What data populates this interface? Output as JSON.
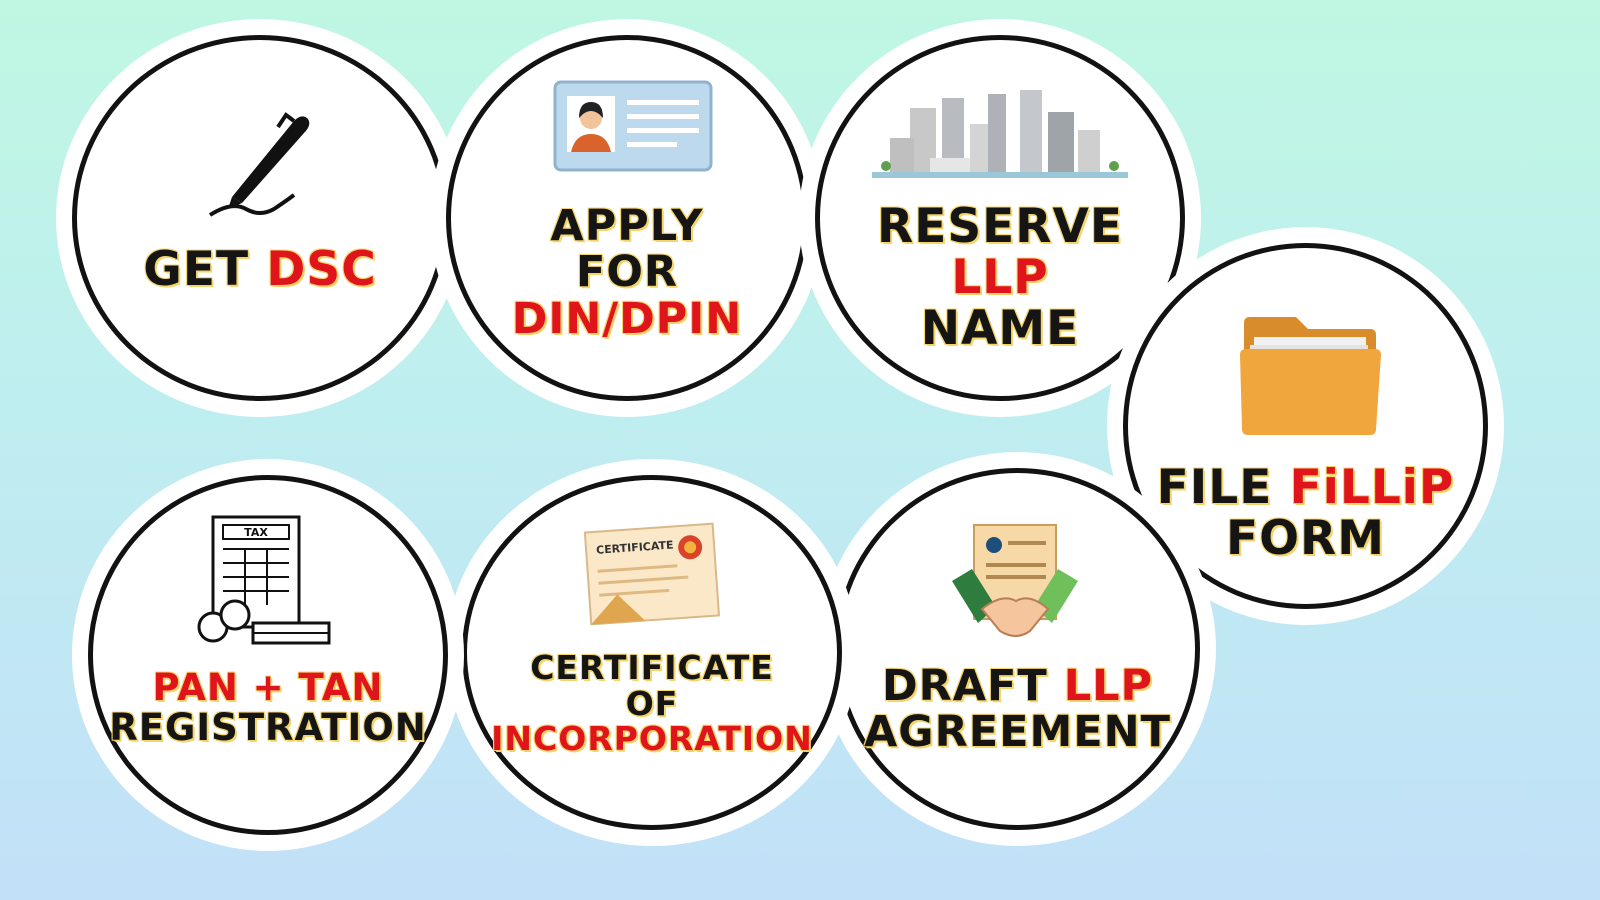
{
  "steps": [
    {
      "parts": [
        [
          {
            "t": "GET ",
            "c": "dark"
          },
          {
            "t": "DSC",
            "c": "red"
          }
        ]
      ],
      "icon": "pen-signature-icon"
    },
    {
      "parts": [
        [
          {
            "t": "APPLY",
            "c": "dark"
          }
        ],
        [
          {
            "t": "FOR",
            "c": "dark"
          }
        ],
        [
          {
            "t": "DIN/DPIN",
            "c": "red"
          }
        ]
      ],
      "icon": "id-card-icon"
    },
    {
      "parts": [
        [
          {
            "t": "RESERVE",
            "c": "dark"
          }
        ],
        [
          {
            "t": "LLP",
            "c": "red"
          }
        ],
        [
          {
            "t": "NAME",
            "c": "dark"
          }
        ]
      ],
      "icon": "city-buildings-icon"
    },
    {
      "parts": [
        [
          {
            "t": "FILE ",
            "c": "dark"
          },
          {
            "t": "FiLLiP",
            "c": "red"
          }
        ],
        [
          {
            "t": "FORM",
            "c": "dark"
          }
        ]
      ],
      "icon": "folder-icon"
    },
    {
      "parts": [
        [
          {
            "t": "DRAFT ",
            "c": "dark"
          },
          {
            "t": "LLP",
            "c": "red"
          }
        ],
        [
          {
            "t": "AGREEMENT",
            "c": "dark"
          }
        ]
      ],
      "icon": "agreement-handshake-icon"
    },
    {
      "parts": [
        [
          {
            "t": "CERTIFICATE",
            "c": "dark"
          }
        ],
        [
          {
            "t": "OF",
            "c": "dark"
          }
        ],
        [
          {
            "t": "INCORPORATION",
            "c": "red"
          }
        ]
      ],
      "icon": "certificate-icon"
    },
    {
      "parts": [
        [
          {
            "t": "PAN + TAN",
            "c": "red"
          }
        ],
        [
          {
            "t": "REGISTRATION",
            "c": "dark"
          }
        ]
      ],
      "icon": "tax-form-icon"
    }
  ],
  "icon_texts": {
    "certificate": "CERTIFICATE",
    "tax": "TAX"
  },
  "colors": {
    "dark": "#151515",
    "red": "#e0141b",
    "highlight": "#f5d46a"
  }
}
